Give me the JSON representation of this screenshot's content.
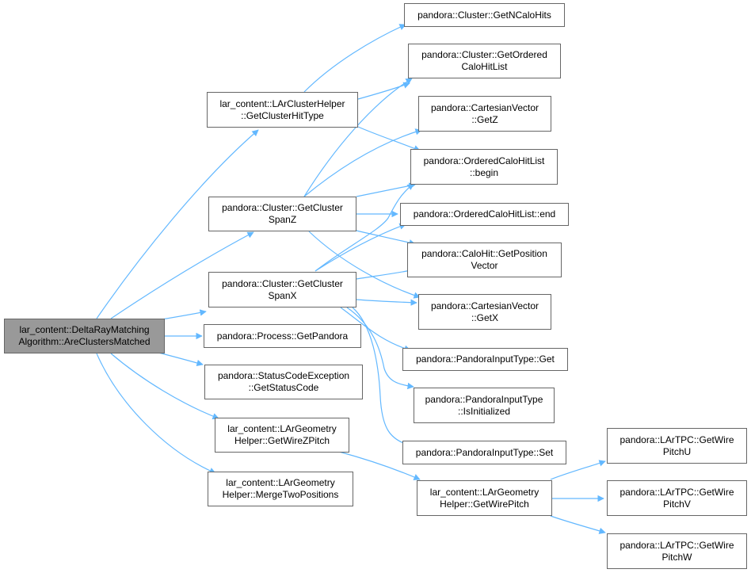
{
  "colors": {
    "edge": "#63b8ff",
    "node_border": "#666666",
    "root_fill": "#999999",
    "node_fill": "#ffffff"
  },
  "nodes": {
    "root": [
      "lar_content::DeltaRayMatching",
      "Algorithm::AreClustersMatched"
    ],
    "clusterHitType": [
      "lar_content::LArClusterHelper",
      "::GetClusterHitType"
    ],
    "spanZ": [
      "pandora::Cluster::GetCluster",
      "SpanZ"
    ],
    "spanX": [
      "pandora::Cluster::GetCluster",
      "SpanX"
    ],
    "getPandora": [
      "pandora::Process::GetPandora"
    ],
    "statusCode": [
      "pandora::StatusCodeException",
      "::GetStatusCode"
    ],
    "wireZPitch": [
      "lar_content::LArGeometry",
      "Helper::GetWireZPitch"
    ],
    "mergeTwo": [
      "lar_content::LArGeometry",
      "Helper::MergeTwoPositions"
    ],
    "nCaloHits": [
      "pandora::Cluster::GetNCaloHits"
    ],
    "orderedList": [
      "pandora::Cluster::GetOrdered",
      "CaloHitList"
    ],
    "getZ": [
      "pandora::CartesianVector",
      "::GetZ"
    ],
    "begin": [
      "pandora::OrderedCaloHitList",
      "::begin"
    ],
    "end": [
      "pandora::OrderedCaloHitList::end"
    ],
    "posVector": [
      "pandora::CaloHit::GetPosition",
      "Vector"
    ],
    "getX": [
      "pandora::CartesianVector",
      "::GetX"
    ],
    "pitGet": [
      "pandora::PandoraInputType::Get"
    ],
    "pitInit": [
      "pandora::PandoraInputType",
      "::IsInitialized"
    ],
    "pitSet": [
      "pandora::PandoraInputType::Set"
    ],
    "wirePitch": [
      "lar_content::LArGeometry",
      "Helper::GetWirePitch"
    ],
    "pitchU": [
      "pandora::LArTPC::GetWire",
      "PitchU"
    ],
    "pitchV": [
      "pandora::LArTPC::GetWire",
      "PitchV"
    ],
    "pitchW": [
      "pandora::LArTPC::GetWire",
      "PitchW"
    ]
  }
}
